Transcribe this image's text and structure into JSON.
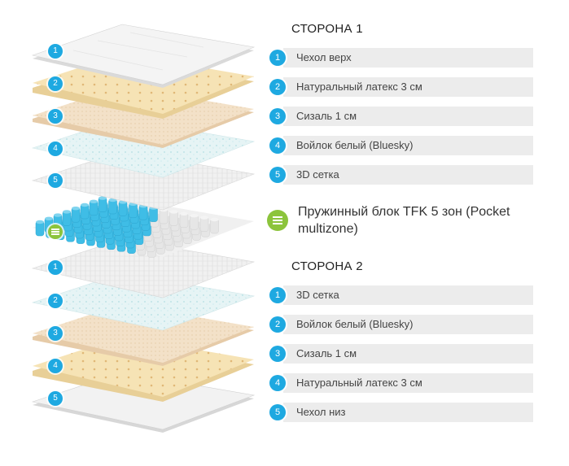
{
  "side1": {
    "heading": "СТОРОНА 1",
    "items": [
      {
        "num": "1",
        "label": "Чехол верх"
      },
      {
        "num": "2",
        "label": "Натуральный латекс 3 см"
      },
      {
        "num": "3",
        "label": "Сизаль 1 см"
      },
      {
        "num": "4",
        "label": "Войлок белый (Bluesky)"
      },
      {
        "num": "5",
        "label": "3D сетка"
      }
    ]
  },
  "spring_block": {
    "label": "Пружинный блок TFK 5 зон (Pocket multizone)",
    "icon": "layers-icon",
    "color": "#8cc43c"
  },
  "side2": {
    "heading": "СТОРОНА 2",
    "items": [
      {
        "num": "1",
        "label": "3D сетка"
      },
      {
        "num": "2",
        "label": "Войлок белый (Bluesky)"
      },
      {
        "num": "3",
        "label": "Сизаль 1 см"
      },
      {
        "num": "4",
        "label": "Натуральный латекс 3 см"
      },
      {
        "num": "5",
        "label": "Чехол низ"
      }
    ]
  },
  "colors": {
    "badge": "#1ea9e1",
    "row_bg": "#ececec",
    "latex": "#f6e3b5",
    "sisal": "#f1dcc1",
    "felt": "#dff1f3",
    "mesh": "#eeeeee",
    "cover": "#f2f2f2",
    "spring_blue": "#3fbde6"
  }
}
